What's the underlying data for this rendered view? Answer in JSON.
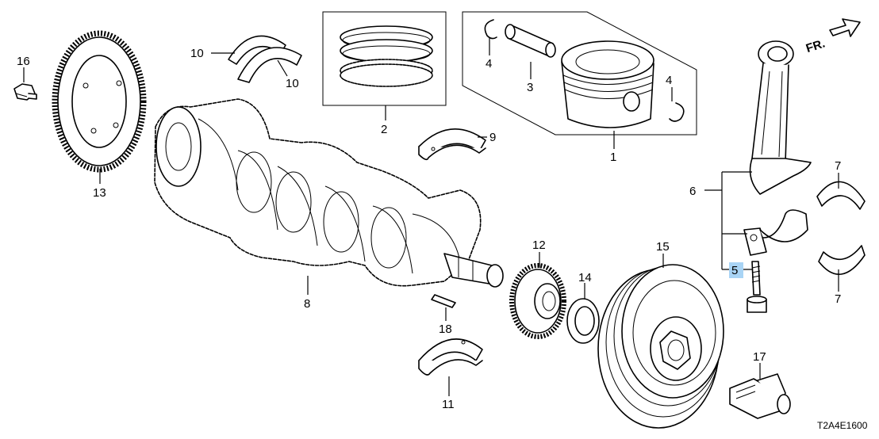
{
  "diagram_code": "T2A4E1600",
  "direction_label": "FR.",
  "callouts": {
    "c1": "1",
    "c2": "2",
    "c3": "3",
    "c4a": "4",
    "c4b": "4",
    "c5": "5",
    "c6": "6",
    "c7a": "7",
    "c7b": "7",
    "c8": "8",
    "c9": "9",
    "c10a": "10",
    "c10b": "10",
    "c11": "11",
    "c12": "12",
    "c13": "13",
    "c14": "14",
    "c15": "15",
    "c16": "16",
    "c17": "17",
    "c18": "18"
  },
  "highlight_color": "#a9d4f5"
}
